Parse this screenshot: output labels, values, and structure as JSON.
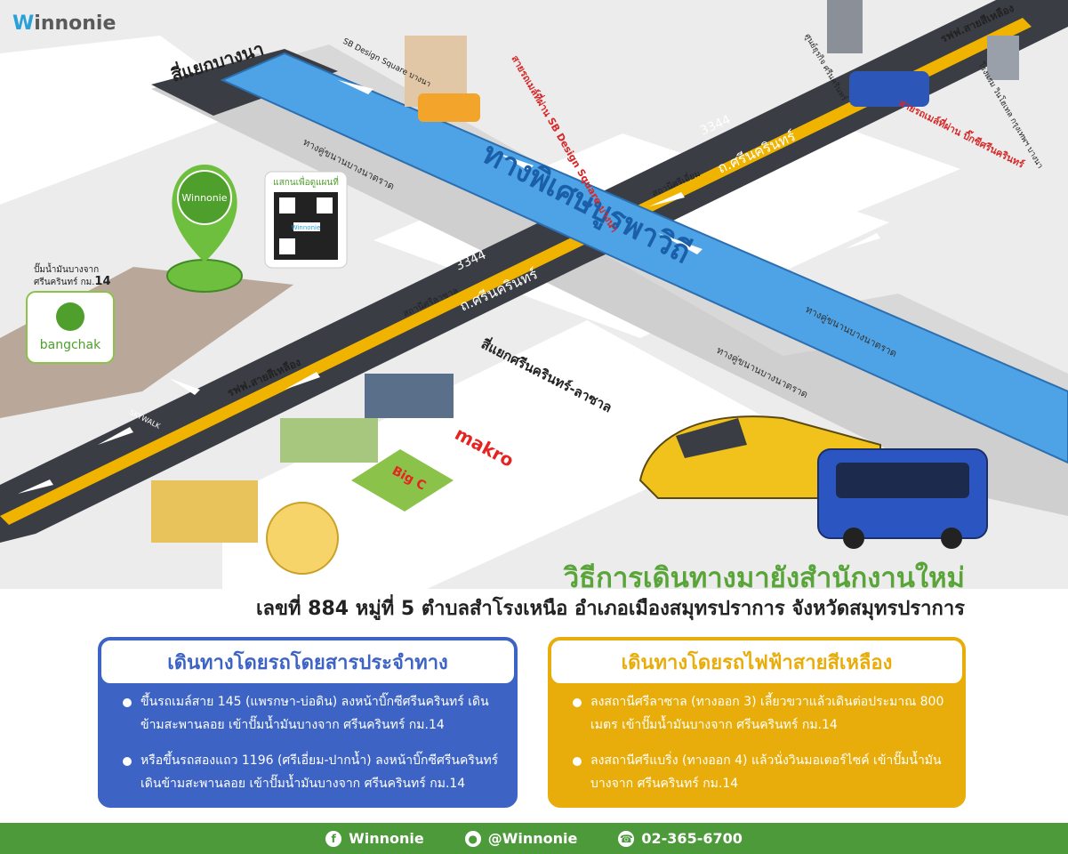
{
  "brand": {
    "prefix": "W",
    "rest": "innonie"
  },
  "map": {
    "express_way": "ทางพิเศษบูรพาวิถี",
    "junction_bangna": "สี่แยกบางนา",
    "junction_srinakarin": "สี่แยกศรีนครินทร์-ลาซาล",
    "road_3344_top": "3344",
    "road_srinakarin_top": "ถ.ศรีนครินทร์",
    "road_3344_mid": "3344",
    "road_srinakarin_mid": "ถ.ศรีนครินทร์",
    "frontage_1": "ทางคู่ขนานบางนาตราด",
    "frontage_2": "ทางคู่ขนานบางนาตราด",
    "frontage_3": "ทางคู่ขนานบางนาตราด",
    "yellow_line_top": "รฟฟ.สายสีเหลือง",
    "yellow_line_left": "รฟฟ.สายสีเหลือง",
    "station_srieam": "สถานีศรีเอี่ยม",
    "station_srilasalle": "สถานีศรีลาซาล",
    "sb_design": "SB Design Square บางนา",
    "bus_sb_design": "สายรถเมล์ที่ผ่าน SB Design Square บางนา",
    "bus_bigc": "สายรถเมล์ที่ผ่าน บิ๊กซีศรีนครินทร์",
    "school_right": "โรงแรม วินโฮเทล กรุงเทพฯ บางนา",
    "building_right": "ศูนย์ธุรกิจ ศรีนครินทร์",
    "skywalk": "SKYWALK",
    "pin_label": "Winnonie",
    "qr_caption": "แสกนเพื่อดูแผนที่",
    "qr_brand": "Winnonie",
    "bangchak_caption_1": "ปั๊มน้ำมันบางจาก",
    "bangchak_caption_2": "ศรีนครินทร์ กม.",
    "bangchak_km": "14",
    "bangchak_name": "bangchak",
    "makro": "makro",
    "bigc": "Big C"
  },
  "title": "วิธีการเดินทางมายังสำนักงานใหม่",
  "address": "เลขที่ 884 หมู่ที่ 5 ตำบลสำโรงเหนือ อำเภอเมืองสมุทรปราการ จังหวัดสมุทรปราการ",
  "bus_panel": {
    "title": "เดินทางโดยรถโดยสารประจำทาง",
    "items": [
      "ขึ้นรถเมล์สาย 145 (แพรกษา-บ่อดิน) ลงหน้าบิ๊กซีศรีนครินทร์ เดินข้ามสะพานลอย เข้าปั๊มน้ำมันบางจาก ศรีนครินทร์ กม.14",
      "หรือขึ้นรถสองแถว 1196 (ศรีเอี่ยม-ปากน้ำ) ลงหน้าบิ๊กซีศรีนครินทร์ เดินข้ามสะพานลอย เข้าปั๊มน้ำมันบางจาก ศรีนครินทร์ กม.14"
    ]
  },
  "train_panel": {
    "title": "เดินทางโดยรถไฟฟ้าสายสีเหลือง",
    "items": [
      "ลงสถานีศรีลาซาล (ทางออก 3) เลี้ยวขวาแล้วเดินต่อประมาณ 800 เมตร เข้าปั๊มน้ำมันบางจาก ศรีนครินทร์ กม.14",
      "ลงสถานีศรีแบริ่ง (ทางออก 4) แล้วนั่งวินมอเตอร์ไซค์ เข้าปั๊มน้ำมันบางจาก ศรีนครินทร์ กม.14"
    ]
  },
  "footer": {
    "facebook": "Winnonie",
    "line": "@Winnonie",
    "phone": "02-365-6700"
  }
}
